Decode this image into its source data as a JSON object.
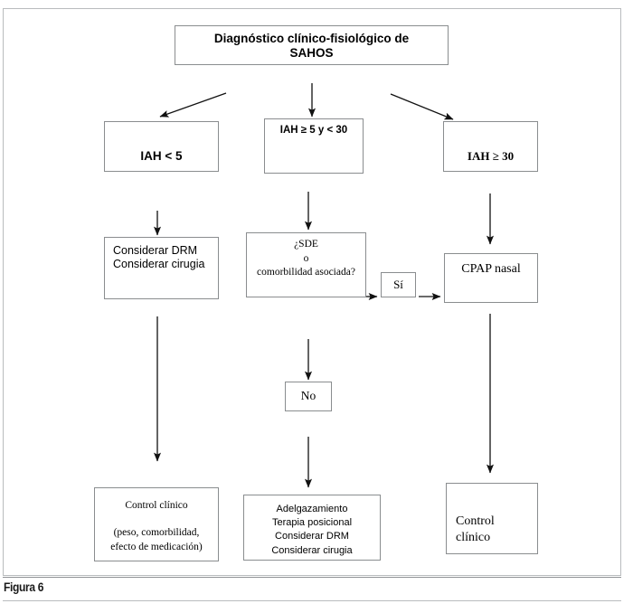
{
  "figure": {
    "caption": "Figura 6",
    "title": "Diagnóstico clínico-fisiológico de SAHOS"
  },
  "nodes": {
    "title_box": {
      "line1": "Diagnóstico clínico-fisiológico de",
      "line2": "SAHOS"
    },
    "iah_lt5": {
      "label": "IAH < 5"
    },
    "iah_5_30": {
      "label": "IAH ≥ 5 y < 30"
    },
    "iah_ge30": {
      "label": "IAH ≥ 30"
    },
    "considerar_left": {
      "line1": "Considerar DRM",
      "line2": "Considerar cirugia"
    },
    "sde_question": {
      "line1": "¿SDE",
      "line2": "o",
      "line3": "comorbilidad  asociada?"
    },
    "si_box": {
      "label": "Sí"
    },
    "no_box": {
      "label": "No"
    },
    "cpap": {
      "label": "CPAP nasal"
    },
    "control_clinico_left": {
      "line1": "Control clínico",
      "line2": "(peso, comorbilidad,",
      "line3": "efecto de medicación)"
    },
    "tratamiento_center": {
      "line1": "Adelgazamiento",
      "line2": "Terapia posicional",
      "line3": "Considerar DRM",
      "line4": "Considerar  cirugia"
    },
    "control_clinico_right": {
      "line1": "Control",
      "line2": "clínico"
    }
  },
  "colors": {
    "box_border": "#8a8d8f",
    "frame_border": "#b9bcbe",
    "arrow": "#111111",
    "text": "#000000"
  }
}
